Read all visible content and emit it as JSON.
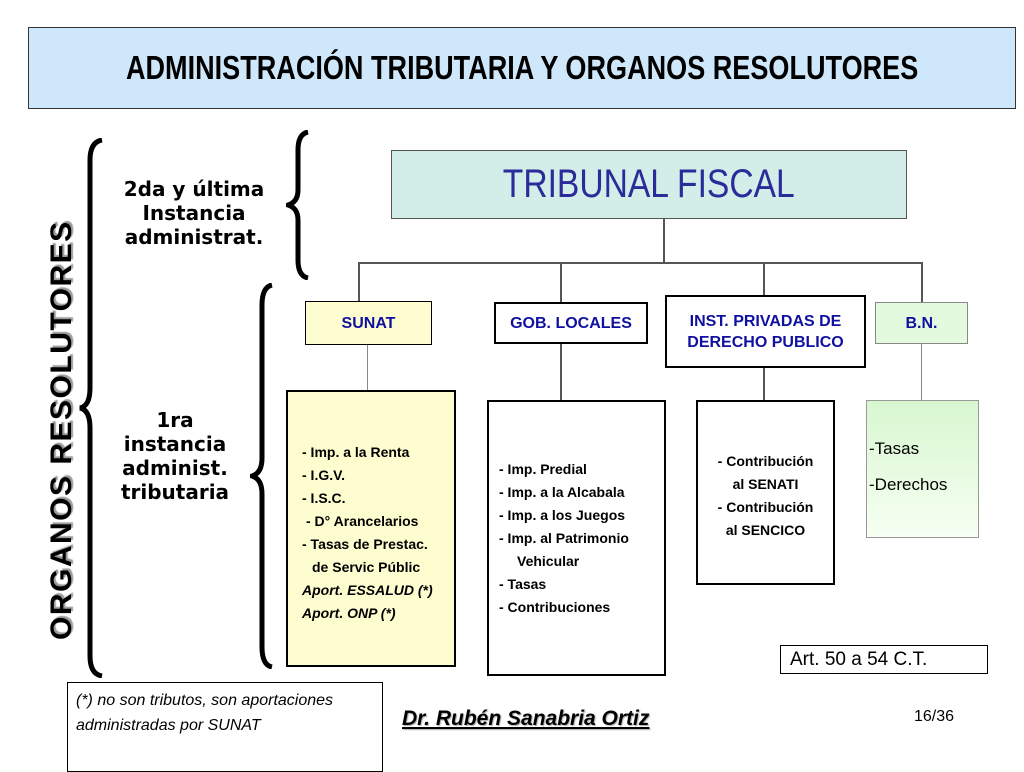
{
  "title": "ADMINISTRACIÓN TRIBUTARIA Y ORGANOS RESOLUTORES",
  "side_label": "ORGANOS RESOLUTORES",
  "second_instance": [
    "2da y última",
    "Instancia",
    "administrat."
  ],
  "first_instance": [
    "1ra",
    "instancia",
    "administ.",
    "tributaria"
  ],
  "tribunal": "TRIBUNAL FISCAL",
  "sunat": {
    "label": "SUNAT",
    "items": [
      "- Imp. a la Renta",
      "- I.G.V.",
      "- I.S.C.",
      "- D° Arancelarios",
      "- Tasas de Prestac.",
      "de Servic Públic"
    ],
    "italic_items": [
      "Aport. ESSALUD (*)",
      "Aport. ONP (*)"
    ]
  },
  "gob_locales": {
    "label": "GOB. LOCALES",
    "items": [
      "- Imp. Predial",
      "- Imp. a la Alcabala",
      "- Imp. a los Juegos",
      "- Imp. al Patrimonio",
      "Vehicular",
      "- Tasas",
      "- Contribuciones"
    ]
  },
  "inst_privadas": {
    "label": [
      "INST. PRIVADAS DE",
      "DERECHO PUBLICO"
    ],
    "items": [
      "- Contribución",
      "al SENATI",
      "- Contribución",
      "al SENCICO"
    ]
  },
  "bn": {
    "label": "B.N.",
    "items": [
      "-Tasas",
      "-Derechos"
    ]
  },
  "article": "Art. 50 a 54 C.T.",
  "footnote": "(*) no son tributos, son aportaciones administradas por SUNAT",
  "author": "Dr. Rubén Sanabria Ortiz",
  "page": "16/36",
  "colors": {
    "title_bg": "#cfe7fb",
    "tribunal_bg": "#d3ede8",
    "tribunal_text": "#2b2b9a",
    "label_text": "#1010a0",
    "sunat_bg": "#fefdd0",
    "bn_bg": "#e4fade"
  }
}
